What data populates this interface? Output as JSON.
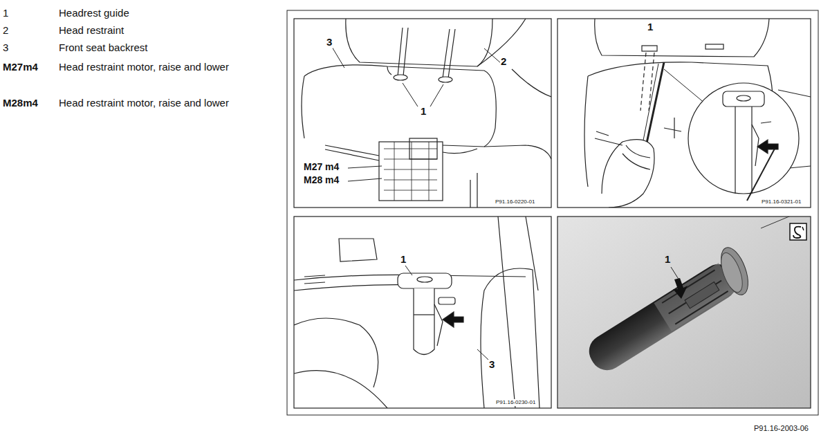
{
  "diagram": {
    "labels": [
      "1",
      "Headrest guide",
      "2",
      "Head restraint",
      "3",
      "Front seat backrest",
      "M27m4",
      "Head restraint motor, raise and lower",
      "M28m4",
      "Head restraint motor, raise and lower",
      "3",
      "2",
      "1",
      "M27 m4",
      "M28 m4",
      "P91.16-0220-01",
      "1",
      "P91.16-0321-01",
      "1",
      "3",
      "P91.16-0230-01",
      "1",
      "P91.16-2003-06"
    ]
  }
}
